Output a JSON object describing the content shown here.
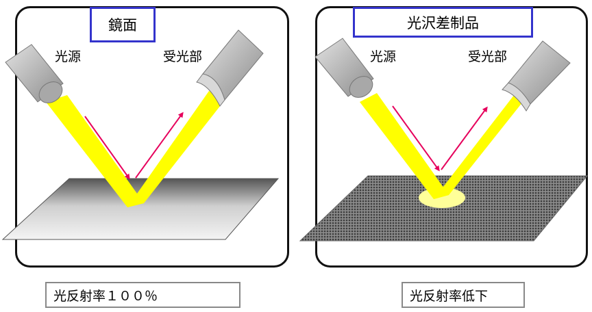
{
  "left_panel": {
    "title": "鏡面",
    "light_source_label": "光源",
    "receiver_label": "受光部",
    "caption": "光反射率１００％"
  },
  "right_panel": {
    "title": "光沢差制品",
    "light_source_label": "光源",
    "receiver_label": "受光部",
    "caption": "光反射率低下"
  },
  "colors": {
    "beam": "#ffff00",
    "arrow": "#e6005c",
    "frame_border": "#111111",
    "title_border": "#3333cc",
    "caption_border": "#888888"
  }
}
